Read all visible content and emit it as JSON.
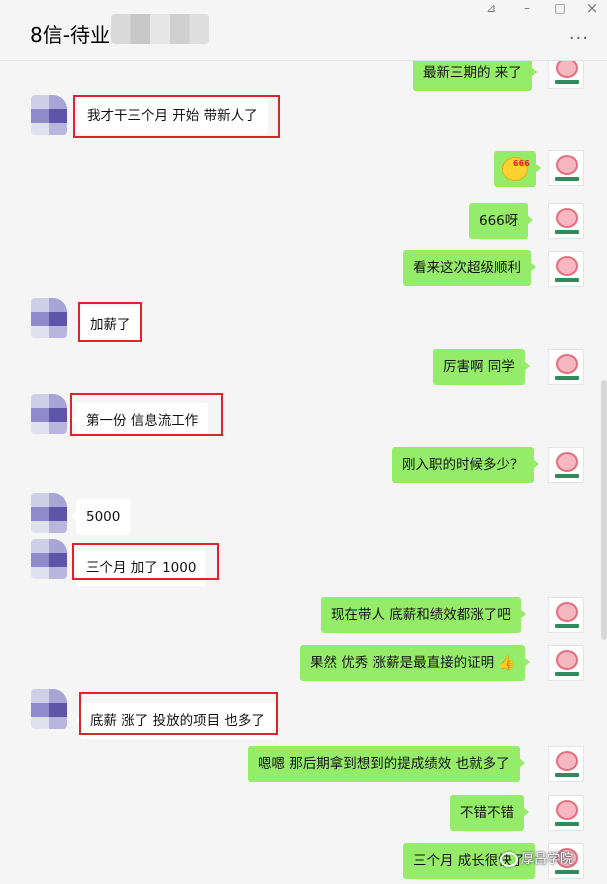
{
  "window": {
    "title": "8信-待业-",
    "controls": {
      "pin": "⊿",
      "minimize": "–",
      "maximize": "□",
      "close": "×"
    },
    "more": "···"
  },
  "messages": [
    {
      "side": "right",
      "text": "最新三期的 来了"
    },
    {
      "side": "left",
      "text": "我才干三个月 开始 带新人了",
      "highlighted": true
    },
    {
      "side": "right",
      "emoji": "666",
      "emoji_icon": "666-emoji-icon"
    },
    {
      "side": "right",
      "text": "666呀"
    },
    {
      "side": "right",
      "text": "看来这次超级顺利"
    },
    {
      "side": "left",
      "text": "加薪了",
      "highlighted": true
    },
    {
      "side": "right",
      "text": "厉害啊 同学"
    },
    {
      "side": "left",
      "text": "第一份 信息流工作",
      "highlighted": true
    },
    {
      "side": "right",
      "text": "刚入职的时候多少？"
    },
    {
      "side": "left",
      "text": "5000"
    },
    {
      "side": "left",
      "text": "三个月 加了 1000",
      "highlighted": true
    },
    {
      "side": "right",
      "text": "现在带人  底薪和绩效都涨了吧"
    },
    {
      "side": "right",
      "text": "果然 优秀 涨薪是最直接的证明",
      "emoji_icon": "thumbs-up-icon"
    },
    {
      "side": "left",
      "text": "底薪 涨了  投放的项目 也多了",
      "highlighted": true
    },
    {
      "side": "right",
      "text": "嗯嗯 那后期拿到想到的提成绩效 也就多了"
    },
    {
      "side": "right",
      "text": "不错不错"
    },
    {
      "side": "right",
      "text": "三个月 成长很快了"
    }
  ],
  "watermark": {
    "text": "厚昌学院",
    "icon": "wechat-icon"
  },
  "colors": {
    "right_bubble": "#95ec69",
    "left_bubble": "#ffffff",
    "highlight": "#e0232b",
    "background": "#f5f5f5"
  }
}
